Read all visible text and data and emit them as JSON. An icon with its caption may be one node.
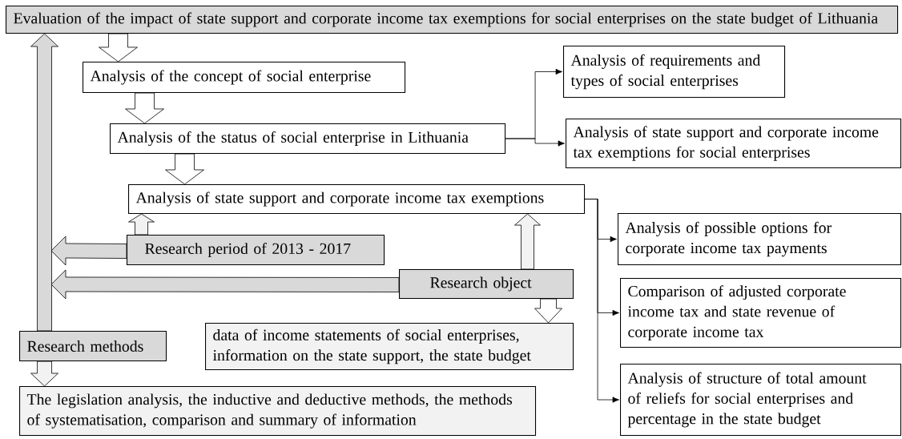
{
  "diagram": {
    "nodes": [
      {
        "text": [
          "Evaluation of the impact of state support and corporate income tax exemptions for social enterprises on the state budget of Lithuania"
        ]
      },
      {
        "text": [
          "Analysis of the concept of social enterprise"
        ]
      },
      {
        "text": [
          "Analysis of the status of social enterprise in Lithuania"
        ]
      },
      {
        "text": [
          "Analysis of state support and corporate income tax exemptions"
        ]
      },
      {
        "text": [
          "Analysis of requirements and types of social enterprises"
        ]
      },
      {
        "text": [
          "Analysis of state support and corporate income tax exemptions for social enterprises"
        ]
      },
      {
        "text": [
          "Research period of 2013 - 2017"
        ]
      },
      {
        "text": [
          "Research object"
        ]
      },
      {
        "text": [
          "data of income statements of social enterprises, information on the state support, the state budget"
        ]
      },
      {
        "text": [
          "Research methods"
        ]
      },
      {
        "text": [
          "The legislation analysis, the inductive and deductive methods, the methods of systematisation, comparison and summary of information"
        ]
      },
      {
        "text": [
          "Analysis of possible options for corporate income tax payments"
        ]
      },
      {
        "text": [
          "Comparison of adjusted corporate income tax and state revenue of corporate income tax"
        ]
      },
      {
        "text": [
          "Analysis of structure of total amount of reliefs for social enterprises and percentage in the state budget"
        ]
      }
    ],
    "edges": [
      {
        "from": 0,
        "to": 1,
        "arrow": "to",
        "style": "thick",
        "color": "#ffffff"
      },
      {
        "from": 1,
        "to": 2,
        "arrow": "to",
        "style": "thick",
        "color": "#ffffff"
      },
      {
        "from": 2,
        "to": 3,
        "arrow": "to",
        "style": "thick",
        "color": "#ffffff"
      },
      {
        "from": 2,
        "to": 4,
        "arrow": "to"
      },
      {
        "from": 2,
        "to": 5,
        "arrow": "to"
      },
      {
        "from": 3,
        "to": 11,
        "arrow": "to"
      },
      {
        "from": 3,
        "to": 12,
        "arrow": "to"
      },
      {
        "from": 3,
        "to": 13,
        "arrow": "to"
      },
      {
        "from": 6,
        "to": 3,
        "arrow": "to",
        "style": "thick",
        "color": "#f2f2f2"
      },
      {
        "from": 6,
        "to": null,
        "arrow": "to",
        "style": "thick",
        "color": "#d9d9d9"
      },
      {
        "from": 7,
        "to": 3,
        "arrow": "to",
        "style": "thick",
        "color": "#f2f2f2"
      },
      {
        "from": 7,
        "to": null,
        "arrow": "to",
        "style": "thick",
        "color": "#d9d9d9"
      },
      {
        "from": 7,
        "to": 8,
        "arrow": "to",
        "style": "thick",
        "color": "#ffffff"
      },
      {
        "from": 9,
        "to": 0,
        "arrow": "to",
        "style": "thick",
        "color": "#d9d9d9"
      },
      {
        "from": 9,
        "to": 10,
        "arrow": "to",
        "style": "thick",
        "color": "#f2f2f2"
      }
    ]
  }
}
